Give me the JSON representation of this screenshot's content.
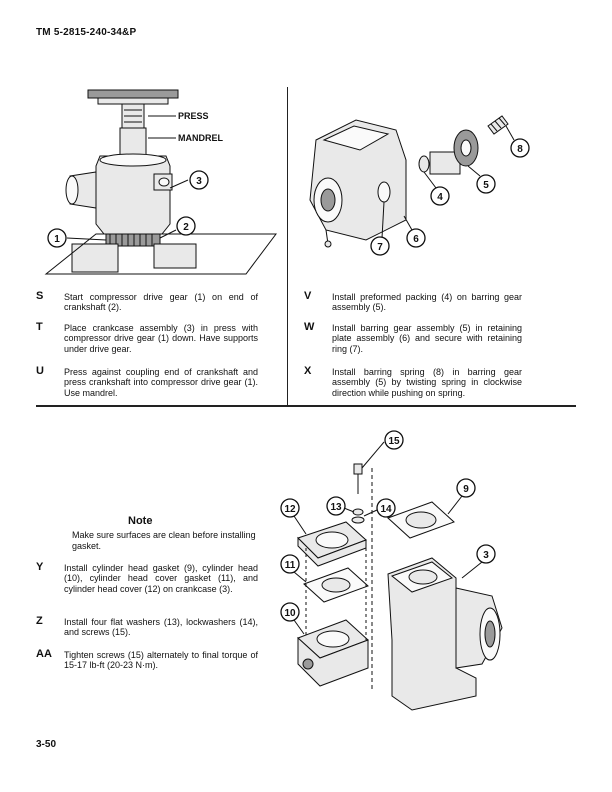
{
  "header": {
    "doc_number": "TM 5-2815-240-34&P"
  },
  "footer": {
    "page_number": "3-50"
  },
  "figure1": {
    "labels": {
      "press": "PRESS",
      "mandrel": "MANDREL"
    },
    "callouts": [
      "1",
      "2",
      "3"
    ]
  },
  "figure2": {
    "callouts": [
      "4",
      "5",
      "6",
      "7",
      "8"
    ]
  },
  "figure3": {
    "callouts": [
      "3",
      "9",
      "10",
      "11",
      "12",
      "13",
      "14",
      "15"
    ]
  },
  "steps_left": [
    {
      "letter": "S",
      "text": "Start compressor drive gear (1) on end of crankshaft (2)."
    },
    {
      "letter": "T",
      "text": "Place crankcase assembly (3) in press with compressor drive gear (1) down. Have supports under drive gear."
    },
    {
      "letter": "U",
      "text": "Press against coupling end of crankshaft and press crankshaft into compressor drive gear (1). Use mandrel."
    }
  ],
  "steps_right": [
    {
      "letter": "V",
      "text": "Install preformed packing (4) on barring gear assembly (5)."
    },
    {
      "letter": "W",
      "text": "Install barring gear assembly (5) in retaining plate assembly (6) and secure with retaining ring (7)."
    },
    {
      "letter": "X",
      "text": "Install barring spring (8) in barring gear assembly (5) by twisting spring in clockwise direction while pushing on spring."
    }
  ],
  "note": {
    "title": "Note",
    "text": "Make sure surfaces are clean before installing gasket."
  },
  "steps_bottom": [
    {
      "letter": "Y",
      "text": "Install cylinder head gasket (9), cylinder head (10), cylinder head cover gasket (11), and cylinder head cover (12) on crankcase (3)."
    },
    {
      "letter": "Z",
      "text": "Install four flat washers (13), lockwashers (14), and screws (15)."
    },
    {
      "letter": "AA",
      "text": "Tighten screws (15) alternately to final torque of 15-17 lb-ft (20-23 N·m)."
    }
  ]
}
